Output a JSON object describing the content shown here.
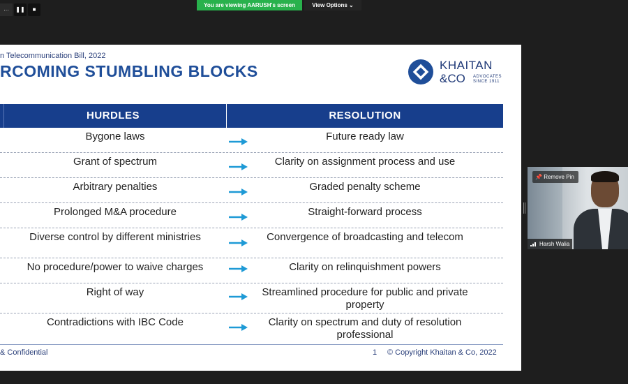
{
  "meeting": {
    "viewing_banner": "You are viewing AARUSH's screen",
    "view_options": "View Options",
    "mini_menu": "...",
    "pause_icon_text": "❚❚",
    "stop_icon_text": "■"
  },
  "slide": {
    "subtitle": "n Telecommunication Bill, 2022",
    "title": "RCOMING STUMBLING BLOCKS",
    "logo": {
      "name_line1": "KHAITAN",
      "name_line2": "&CO",
      "tagline_line1": "ADVOCATES",
      "tagline_line2": "SINCE 1911"
    },
    "headers": {
      "left": "HURDLES",
      "right": "RESOLUTION"
    },
    "rows": [
      {
        "hurdle": "Bygone laws",
        "resolution": "Future ready law"
      },
      {
        "hurdle": "Grant of spectrum",
        "resolution": "Clarity on assignment process and use"
      },
      {
        "hurdle": "Arbitrary penalties",
        "resolution": "Graded penalty scheme"
      },
      {
        "hurdle": "Prolonged M&A procedure",
        "resolution": "Straight-forward process"
      },
      {
        "hurdle": "Diverse control by different ministries",
        "resolution": "Convergence of broadcasting and telecom"
      },
      {
        "hurdle": "No procedure/power to waive charges",
        "resolution": "Clarity on relinquishment powers"
      },
      {
        "hurdle": "Right of way",
        "resolution": "Streamlined procedure for public and private property"
      },
      {
        "hurdle": "Contradictions with IBC Code",
        "resolution": "Clarity on spectrum and duty of resolution professional"
      }
    ],
    "footer": {
      "left": "& Confidential",
      "page": "1",
      "copyright": "© Copyright Khaitan & Co, 2022"
    },
    "colors": {
      "header_bg": "#173e8c",
      "title": "#1f4e99",
      "arrow": "#1e9ad6"
    }
  },
  "participant": {
    "remove_pin": "Remove Pin",
    "name": "Harsh Walia"
  }
}
